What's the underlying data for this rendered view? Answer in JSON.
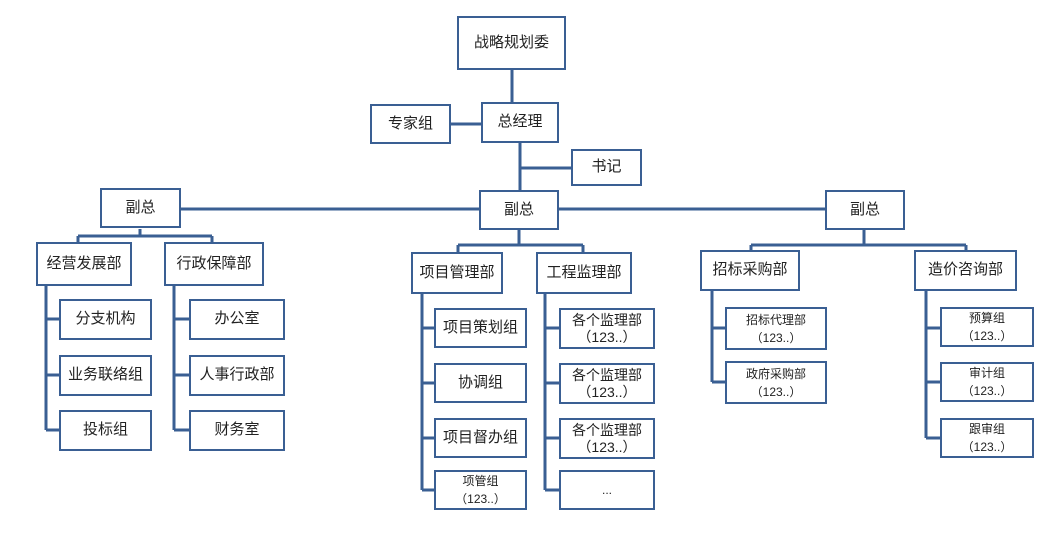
{
  "colors": {
    "border": "#3a5f93",
    "line": "#3a5f93",
    "background": "#ffffff",
    "text": "#222222"
  },
  "top": {
    "committee": "战略规划委",
    "gm": "总经理",
    "experts": "专家组",
    "secretary": "书记"
  },
  "vp_left": {
    "label": "副总",
    "dept_business": {
      "label": "经营发展部",
      "children": [
        "分支机构",
        "业务联络组",
        "投标组"
      ]
    },
    "dept_admin": {
      "label": "行政保障部",
      "children": [
        "办公室",
        "人事行政部",
        "财务室"
      ]
    }
  },
  "vp_center": {
    "label": "副总",
    "dept_project": {
      "label": "项目管理部",
      "children": [
        "项目策划组",
        "协调组",
        "项目督办组"
      ],
      "last": {
        "label": "项管组",
        "sub": "（123..）"
      }
    },
    "dept_supervision": {
      "label": "工程监理部",
      "children": [
        {
          "label": "各个监理部",
          "sub": "（123..）"
        },
        {
          "label": "各个监理部",
          "sub": "（123..）"
        },
        {
          "label": "各个监理部",
          "sub": "（123..）"
        }
      ],
      "more": "..."
    }
  },
  "vp_right": {
    "label": "副总",
    "dept_procurement": {
      "label": "招标采购部",
      "children": [
        {
          "label": "招标代理部",
          "sub": "（123..）"
        },
        {
          "label": "政府采购部",
          "sub": "（123..）"
        }
      ]
    },
    "dept_cost": {
      "label": "造价咨询部",
      "children": [
        {
          "label": "预算组",
          "sub": "（123..）"
        },
        {
          "label": "审计组",
          "sub": "（123..）"
        },
        {
          "label": "跟审组",
          "sub": "（123..）"
        }
      ]
    }
  }
}
